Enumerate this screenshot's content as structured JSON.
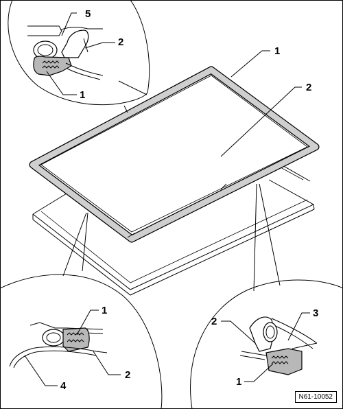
{
  "callouts": {
    "top_detail": {
      "c5": "5",
      "c2": "2",
      "c1": "1"
    },
    "main": {
      "c1": "1",
      "c2": "2"
    },
    "bottom_left_detail": {
      "c1": "1",
      "c2": "2",
      "c4": "4"
    },
    "bottom_right_detail": {
      "c3": "3",
      "c2": "2",
      "c1": "1"
    }
  },
  "reference_code": "N61-10052"
}
